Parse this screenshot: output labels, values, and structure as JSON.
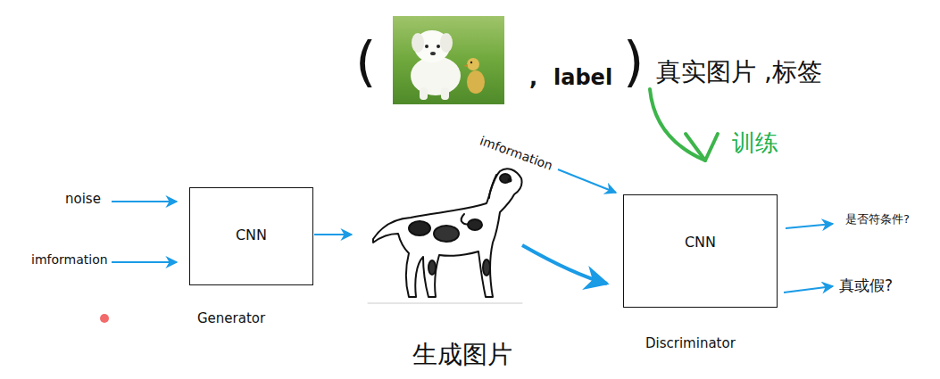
{
  "diagram": {
    "nodes": [
      {
        "text": [
          "CNN",
          "Generator"
        ]
      },
      {
        "text": [
          "CNN",
          "Discriminator"
        ]
      }
    ],
    "labels": [
      "(",
      ",",
      "label",
      ")",
      "真实图片 ,标签",
      "训练",
      "noise",
      "imformation",
      "imformation",
      "生成图片",
      "是否符条件?",
      "真或假?"
    ]
  }
}
